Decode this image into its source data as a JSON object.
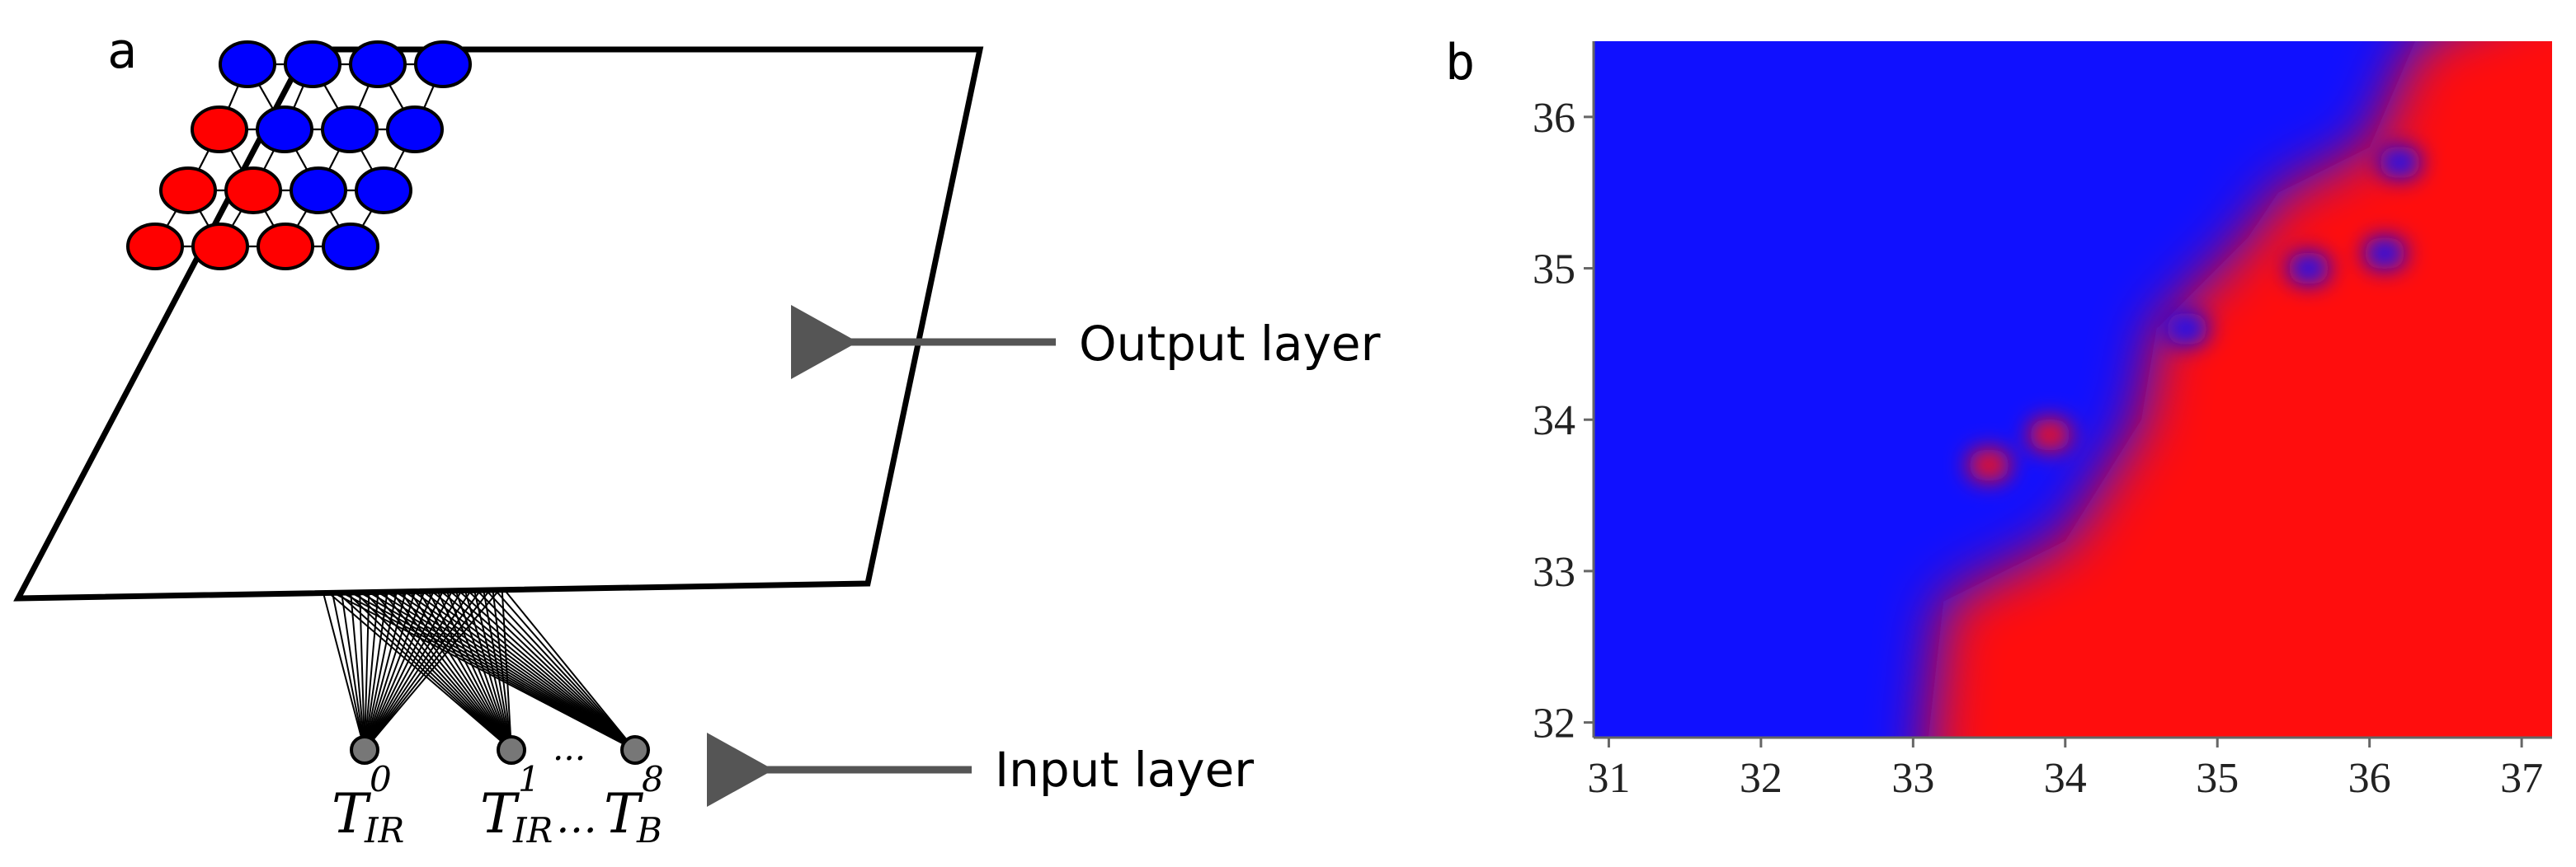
{
  "panel_a": {
    "letter": "a",
    "output_layer_label": "Output layer",
    "input_layer_label": "Input layer",
    "input_node_labels": [
      {
        "base": "T",
        "sup": "0",
        "sub": "IR"
      },
      {
        "base": "T",
        "sup": "1",
        "sub": "IR"
      },
      {
        "base": "T",
        "sup": "8",
        "sub": "B"
      }
    ],
    "ellipsis_between": "…",
    "ellipsis_above": "...",
    "node_rows": [
      [
        "blue",
        "blue",
        "blue",
        "blue"
      ],
      [
        "red",
        "blue",
        "blue",
        "blue"
      ],
      [
        "red",
        "red",
        "blue",
        "blue"
      ],
      [
        "red",
        "red",
        "red",
        "blue"
      ]
    ],
    "colors": {
      "red": "#ff0000",
      "blue": "#0000ff",
      "input_node": "#777777",
      "arrow": "#555555"
    }
  },
  "panel_b": {
    "letter": "b",
    "x_ticks": [
      "31",
      "32",
      "33",
      "34",
      "35",
      "36",
      "37"
    ],
    "y_ticks": [
      "32",
      "33",
      "34",
      "35",
      "36"
    ],
    "xlim": [
      30.9,
      37.2
    ],
    "ylim": [
      31.9,
      36.5
    ],
    "colors": {
      "blue": "#1010ff",
      "red": "#ff0a0a"
    }
  },
  "chart_data": {
    "type": "heatmap",
    "title": "",
    "xlabel": "",
    "ylabel": "",
    "x_ticks": [
      31,
      32,
      33,
      34,
      35,
      36,
      37
    ],
    "y_ticks": [
      32,
      33,
      34,
      35,
      36
    ],
    "xlim": [
      30.9,
      37.2
    ],
    "ylim": [
      31.9,
      36.5
    ],
    "grid": false,
    "legend": "none",
    "regions": [
      {
        "name": "blue",
        "color": "#1010ff",
        "extent": "west and north"
      },
      {
        "name": "red",
        "color": "#ff0a0a",
        "extent": "south-east"
      }
    ],
    "boundary": [
      [
        33.1,
        31.9
      ],
      [
        33.2,
        32.8
      ],
      [
        34.0,
        33.2
      ],
      [
        34.5,
        34.0
      ],
      [
        34.6,
        34.6
      ],
      [
        35.2,
        35.2
      ],
      [
        35.4,
        35.5
      ],
      [
        36.0,
        35.8
      ],
      [
        36.3,
        36.5
      ]
    ],
    "islands": [
      {
        "color": "red",
        "x": 33.5,
        "y": 33.7
      },
      {
        "color": "red",
        "x": 33.9,
        "y": 33.9
      },
      {
        "color": "blue",
        "x": 35.6,
        "y": 35.0
      },
      {
        "color": "blue",
        "x": 36.1,
        "y": 35.1
      },
      {
        "color": "blue",
        "x": 36.2,
        "y": 35.7
      },
      {
        "color": "blue",
        "x": 34.8,
        "y": 34.6
      }
    ]
  }
}
